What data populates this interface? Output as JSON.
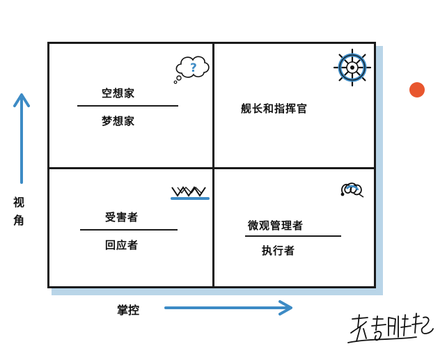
{
  "axes": {
    "y_label": "视角",
    "x_label": "掌控"
  },
  "quadrants": {
    "top_left": {
      "primary": "空想家",
      "secondary": "梦想家",
      "icon": "thought-cloud-question-icon"
    },
    "top_right": {
      "primary": "舰长和指挥官",
      "icon": "ship-wheel-icon"
    },
    "bottom_left": {
      "primary": "受害者",
      "secondary": "回应者",
      "icon": "water-waves-icon"
    },
    "bottom_right": {
      "primary": "微观管理者",
      "secondary": "执行者",
      "icon": "tangled-rope-icon"
    }
  },
  "colors": {
    "accent_blue": "#3d8bc5",
    "shadow_blue": "#7fb3d6",
    "dot": "#e8562e",
    "ink": "#1a1a1a"
  },
  "marker": "orange-dot",
  "signature": "handwritten-signature"
}
